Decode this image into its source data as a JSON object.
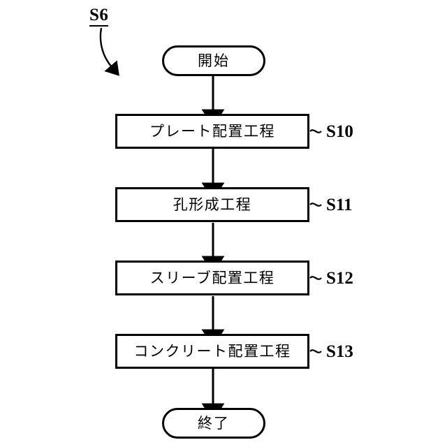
{
  "figure": {
    "reference_label": "S6",
    "background_color": "#ffffff",
    "line_color": "#000000"
  },
  "flowchart": {
    "start": {
      "label": "開始",
      "shape": "stadium"
    },
    "end": {
      "label": "終了",
      "shape": "stadium"
    },
    "steps": [
      {
        "label": "プレート配置工程",
        "step_id": "S10"
      },
      {
        "label": "孔形成工程",
        "step_id": "S11"
      },
      {
        "label": "スリーブ配置工程",
        "step_id": "S12"
      },
      {
        "label": "コンクリート配置工程",
        "step_id": "S13"
      }
    ]
  }
}
